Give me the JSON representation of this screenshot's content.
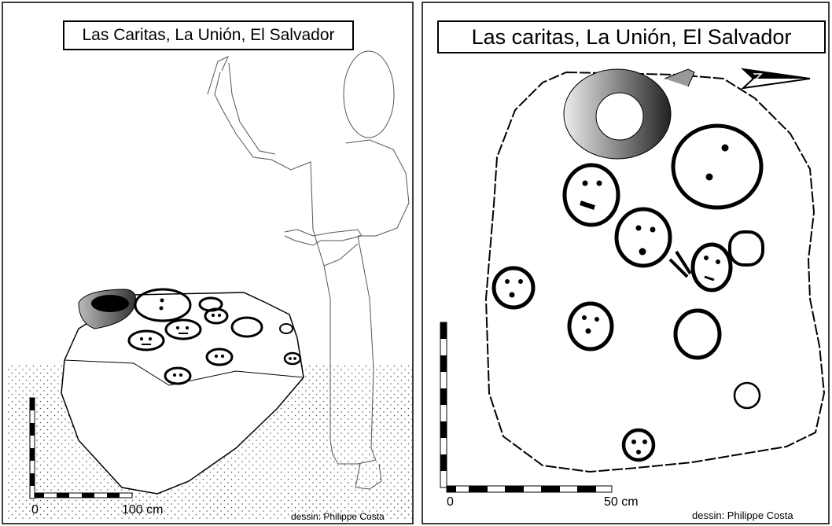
{
  "left_panel": {
    "title": "Las Caritas, La Unión, El Salvador",
    "scale_zero": "0",
    "scale_end": "100 cm",
    "credit": "dessin: Philippe Costa"
  },
  "right_panel": {
    "title": "Las caritas, La Unión, El Salvador",
    "scale_zero": "0",
    "scale_end": "50 cm",
    "credit": "dessin: Philippe Costa",
    "north_arrow_icon": "north-arrow-icon"
  }
}
